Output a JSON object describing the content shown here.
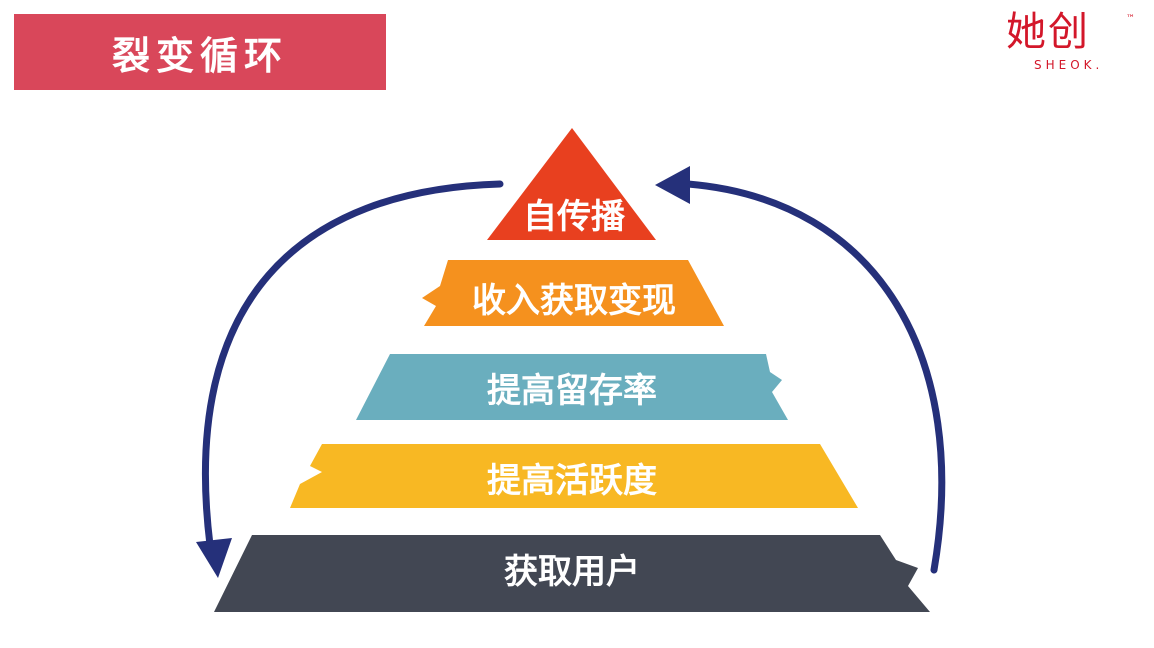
{
  "title": "裂变循环",
  "logo": {
    "cn": "她创",
    "en": "SHEOK.",
    "tm": "™"
  },
  "tiers": [
    {
      "label": "自传播",
      "color": "#e8401f"
    },
    {
      "label": "收入获取变现",
      "color": "#f5911e"
    },
    {
      "label": "提高留存率",
      "color": "#6aaebe"
    },
    {
      "label": "提高活跃度",
      "color": "#f8b823"
    },
    {
      "label": "获取用户",
      "color": "#424753"
    }
  ],
  "colors": {
    "title_bg": "#d9475a",
    "arrow": "#25307a",
    "logo": "#d3172a"
  }
}
